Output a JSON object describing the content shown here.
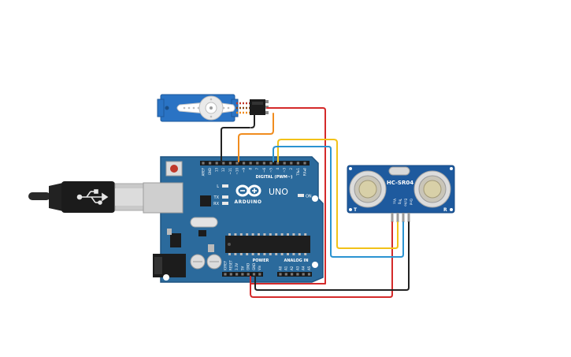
{
  "board": {
    "brand": "ARDUINO",
    "model": "UNO",
    "digital_label": "DIGITAL (PWM~)",
    "power_label": "POWER",
    "analog_label": "ANALOG IN",
    "on_label": "ON",
    "led_l": "L",
    "led_tx": "TX",
    "led_rx": "RX",
    "digital_pins": [
      "AREF",
      "GND",
      "13",
      "12",
      "~11",
      "~10",
      "~9",
      "8",
      "7",
      "~6",
      "~5",
      "4",
      "~3",
      "2",
      "TX▸1",
      "RX◂0"
    ],
    "power_pins": [
      "IOREF",
      "RESET",
      "3.3V",
      "5V",
      "GND",
      "GND",
      "Vin"
    ],
    "analog_pins": [
      "A0",
      "A1",
      "A2",
      "A3",
      "A4",
      "A5"
    ]
  },
  "sensor": {
    "model": "HC-SR04",
    "pins": [
      "Vcc",
      "Trig",
      "Echo",
      "Gnd"
    ],
    "mark_t": "T",
    "mark_r": "R"
  },
  "colors": {
    "board": "#2b6a9c",
    "board_edge": "#1f5582",
    "servo": "#2a73c4",
    "wire_red": "#d42a2a",
    "wire_black": "#222222",
    "wire_yellow": "#f2c218",
    "wire_blue": "#2b93d1",
    "wire_orange": "#f08c1e"
  }
}
